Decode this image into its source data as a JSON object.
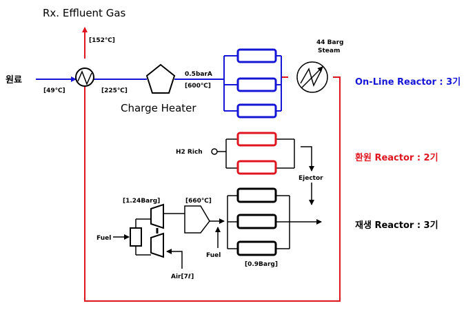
{
  "labels": {
    "effluent_gas": "Rx. Effluent Gas",
    "effluent_temp": "[152℃]",
    "feed": "원료",
    "feed_temp": "[49℃]",
    "exchanger_out_temp": "[225℃]",
    "charge_heater": "Charge Heater",
    "heater_pressure": "0.5barA",
    "heater_temp": "[600℃]",
    "steam": "44 Barg",
    "steam2": "Steam",
    "h2_rich": "H2 Rich",
    "ejector": "Ejector",
    "compressor_pressure": "[1.24Barg]",
    "burner_temp": "[660℃]",
    "fuel_left": "Fuel",
    "fuel_bottom": "Fuel",
    "air": "Air[7ℓ]",
    "regen_pressure": "[0.9Barg]"
  },
  "legend": {
    "online": "On-Line Reactor : 3기",
    "reduction": "환원 Reactor : 2기",
    "regeneration": "재생 Reactor : 3기"
  },
  "colors": {
    "online": "#1515d8",
    "reduction": "#e0141e",
    "regeneration": "#000000",
    "hot_loop": "#e0141e"
  }
}
